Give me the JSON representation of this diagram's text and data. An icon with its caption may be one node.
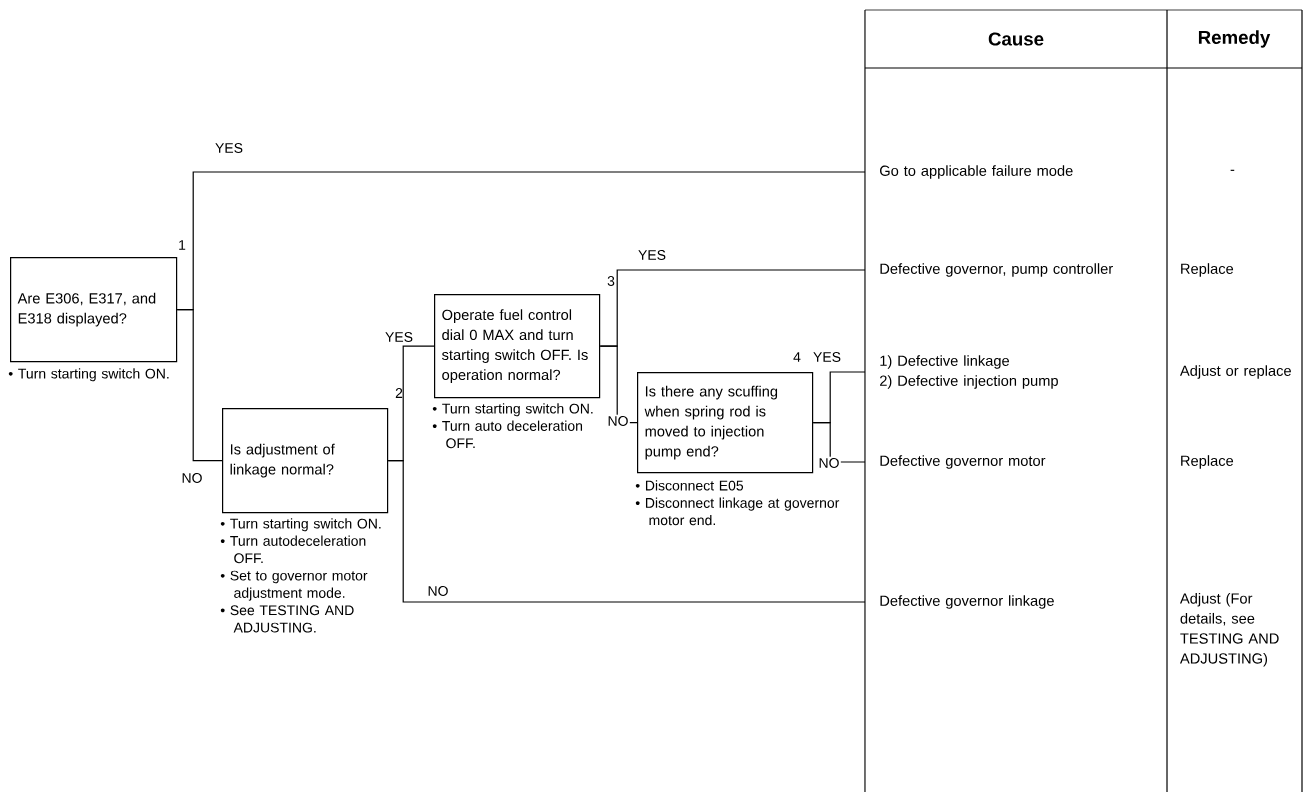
{
  "diagram": {
    "nodes": [
      {
        "text": [
          "Are E306, E317, and E318 displayed?"
        ],
        "beside": [
          "1",
          "• Turn starting switch ON."
        ]
      },
      {
        "text": [
          "Is adjustment of linkage normal?"
        ],
        "beside": [
          "2",
          "• Turn starting switch ON.",
          "• Turn autodeceleration OFF.",
          "• Set to governor motor adjustment mode.",
          "• See TESTING AND ADJUSTING."
        ]
      },
      {
        "text": [
          "Operate fuel control dial 0 MAX and turn starting switch OFF. Is operation normal?"
        ],
        "beside": [
          "3",
          "• Turn starting switch ON.",
          "• Turn auto deceleration OFF."
        ]
      },
      {
        "text": [
          "Is there any scuffing when spring rod is moved to injection pump end?"
        ],
        "beside": [
          "4",
          "• Disconnect E05",
          "• Disconnect linkage at governor motor end."
        ]
      },
      {
        "text": [
          "Go to applicable failure mode"
        ]
      },
      {
        "text": [
          "Defective governor, pump controller"
        ]
      },
      {
        "text": [
          "1)  Defective linkage",
          "2)  Defective injection pump"
        ]
      },
      {
        "text": [
          "Defective governor motor"
        ]
      },
      {
        "text": [
          "Defective governor linkage"
        ]
      }
    ],
    "edges": [
      {
        "from": 0,
        "to": 4,
        "arrow": "none",
        "label": "YES"
      },
      {
        "from": 0,
        "to": 1,
        "arrow": "none",
        "label": "NO"
      },
      {
        "from": 1,
        "to": 2,
        "arrow": "none",
        "label": "YES"
      },
      {
        "from": 1,
        "to": 8,
        "arrow": "none",
        "label": "NO"
      },
      {
        "from": 2,
        "to": 5,
        "arrow": "none",
        "label": "YES"
      },
      {
        "from": 2,
        "to": 3,
        "arrow": "none",
        "label": "NO"
      },
      {
        "from": 3,
        "to": 6,
        "arrow": "none",
        "label": "YES"
      },
      {
        "from": 3,
        "to": 7,
        "arrow": "none",
        "label": "NO"
      }
    ],
    "labels": [
      "Cause",
      "Remedy",
      "-",
      "Replace",
      "Adjust or replace",
      "Replace",
      "Adjust (For details, see TESTING AND ADJUSTING)"
    ]
  }
}
